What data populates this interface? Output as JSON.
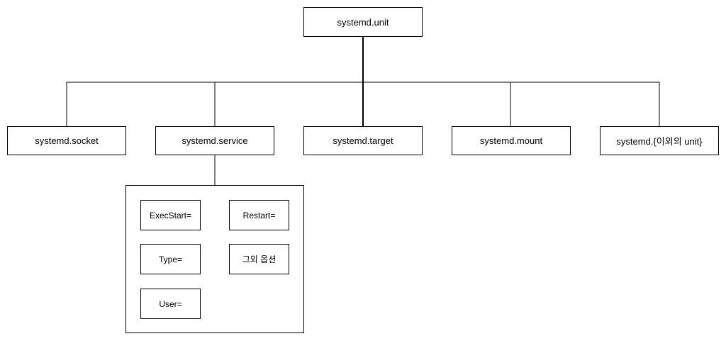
{
  "root": {
    "label": "systemd.unit"
  },
  "units": [
    {
      "id": "socket",
      "label": "systemd.socket"
    },
    {
      "id": "service",
      "label": "systemd.service"
    },
    {
      "id": "target",
      "label": "systemd.target"
    },
    {
      "id": "mount",
      "label": "systemd.mount"
    },
    {
      "id": "other",
      "label": "systemd.{이외의 unit}"
    }
  ],
  "service_options": [
    {
      "id": "execstart",
      "label": "ExecStart="
    },
    {
      "id": "restart",
      "label": "Restart="
    },
    {
      "id": "type",
      "label": "Type="
    },
    {
      "id": "other-options",
      "label": "그외 옵션"
    },
    {
      "id": "user",
      "label": "User="
    }
  ],
  "colors": {
    "line": "#000000",
    "box_border": "#000000",
    "background": "#ffffff"
  }
}
